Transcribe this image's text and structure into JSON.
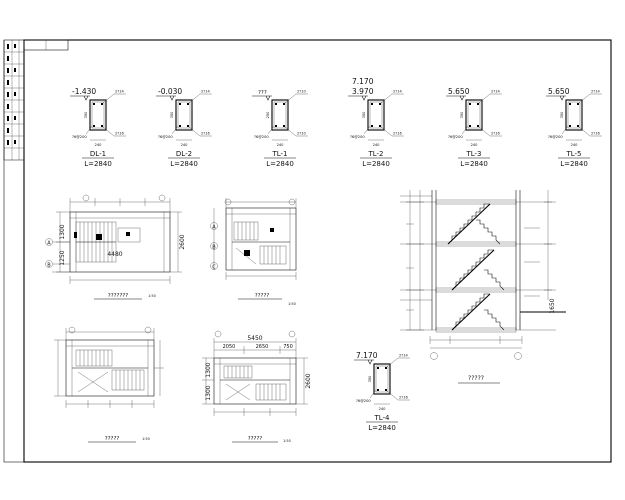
{
  "sections": [
    {
      "elev": "-1.430",
      "elev2": "",
      "side_top": "2?14",
      "side_left": "350",
      "bottom_left": "?6@200",
      "bottom_right": "2?16",
      "width": "240",
      "name": "DL-1",
      "length": "L=2840"
    },
    {
      "elev": "-0.030",
      "elev2": "",
      "side_top": "2?14",
      "side_left": "350",
      "bottom_left": "?6@200",
      "bottom_right": "2?16",
      "width": "240",
      "name": "DL-2",
      "length": "L=2840"
    },
    {
      "elev": "???",
      "elev2": "",
      "side_top": "2?10",
      "side_left": "250",
      "bottom_left": "?6@200",
      "bottom_right": "2?10",
      "width": "240",
      "name": "TL-1",
      "length": "L=2840"
    },
    {
      "elev": "7.170",
      "elev2": "3.970",
      "side_top": "2?14",
      "side_left": "350",
      "bottom_left": "?6@200",
      "bottom_right": "2?16",
      "width": "240",
      "name": "TL-2",
      "length": "L=2840"
    },
    {
      "elev": "5.650",
      "elev2": "",
      "side_top": "2?14",
      "side_left": "350",
      "bottom_left": "?6@200",
      "bottom_right": "2?16",
      "width": "240",
      "name": "TL-3",
      "length": "L=2840"
    },
    {
      "elev": "5.650",
      "elev2": "",
      "side_top": "2?14",
      "side_left": "350",
      "bottom_left": "?6@200",
      "bottom_right": "2?16",
      "width": "240",
      "name": "TL-5",
      "length": "L=2840"
    }
  ],
  "section_tl4": {
    "elev": "7.170",
    "side_top": "2?14",
    "side_left": "350",
    "bottom_left": "?6@200",
    "bottom_right": "2?16",
    "width": "240",
    "name": "TL-4",
    "length": "L=2840"
  },
  "plans": {
    "basement": {
      "title": "???????",
      "scale": "1:50",
      "dim_width": "4480",
      "dim_height_a": "1300",
      "dim_height_b": "1250",
      "dim_height_c": "2600",
      "axis_a": "A",
      "axis_b": "B"
    },
    "first": {
      "title": "?????",
      "scale": "1:50",
      "axis_a": "A",
      "axis_b": "B",
      "axis_c": "C"
    },
    "second": {
      "title": "?????",
      "scale": "1:50"
    },
    "third": {
      "title": "?????",
      "scale": "1:50",
      "dim_total": "5450",
      "dim_a": "2050",
      "dim_b": "2650",
      "dim_c": "750",
      "dim_h": "1300",
      "dim_h2": "2600"
    }
  },
  "section_view": {
    "title": "?????",
    "dim_right": "1650"
  }
}
